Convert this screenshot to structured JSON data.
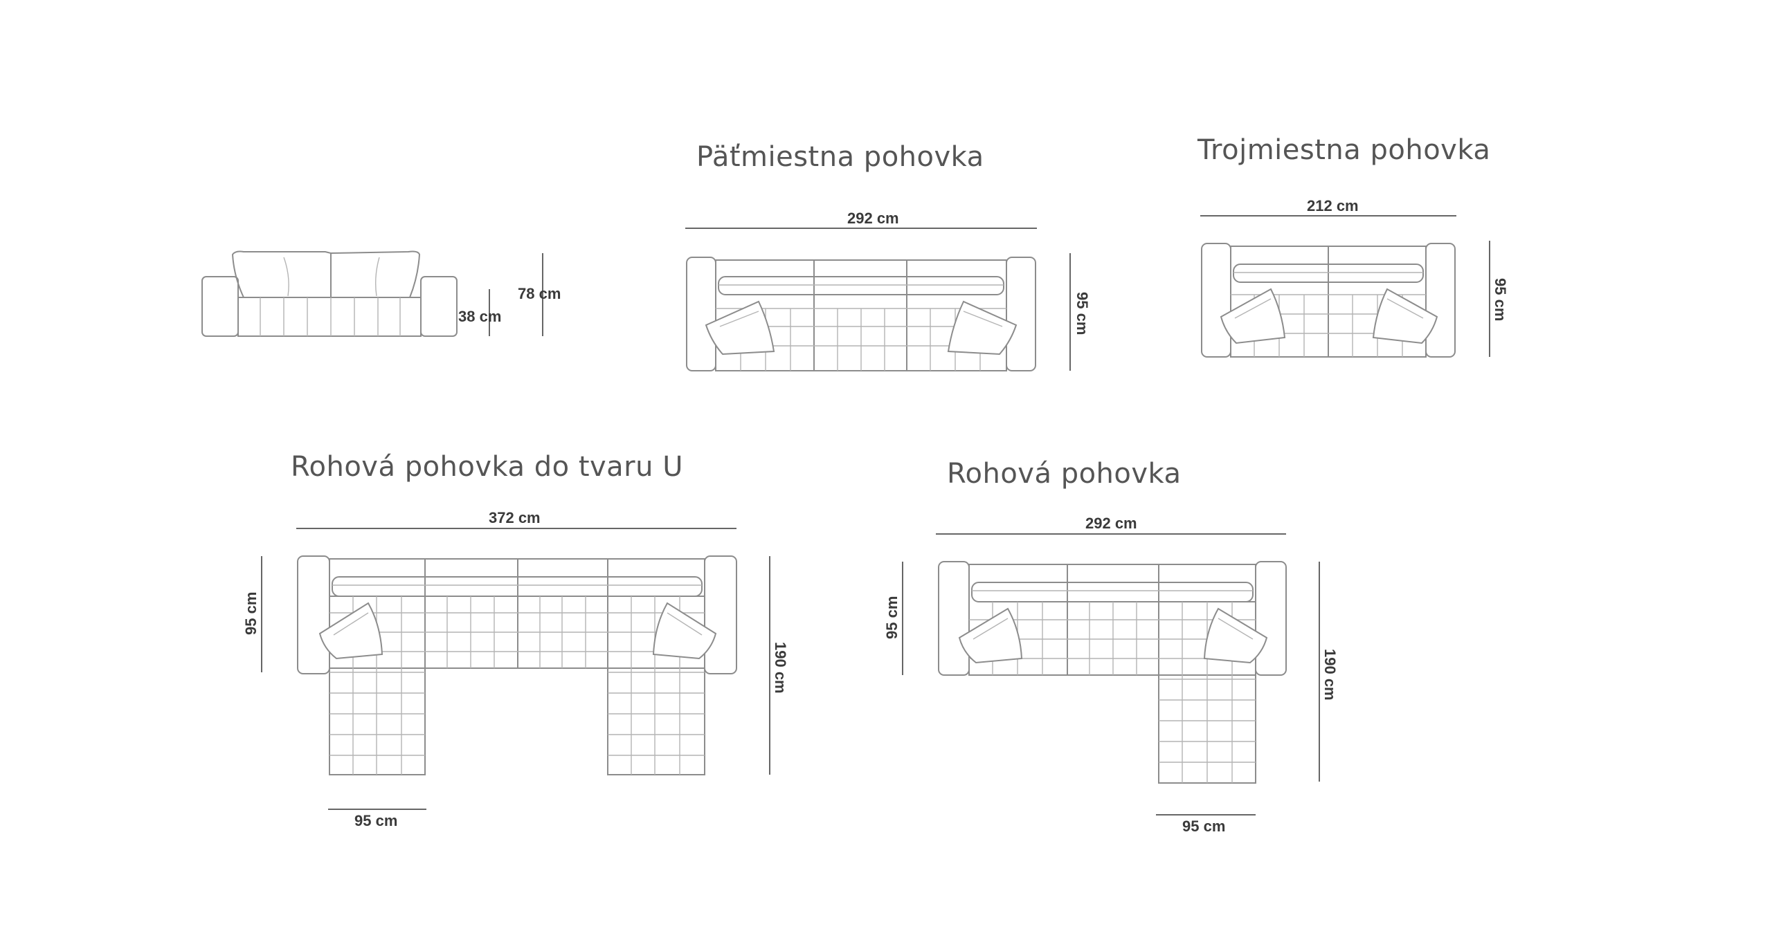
{
  "titles": {
    "five_seat": "Päťmiestna pohovka",
    "three_seat": "Trojmiestna pohovka",
    "u_corner": "Rohová pohovka do tvaru U",
    "corner": "Rohová pohovka"
  },
  "dimensions": {
    "side_height": "78 cm",
    "side_seat_height": "38 cm",
    "five_seat_width": "292 cm",
    "five_seat_depth": "95 cm",
    "three_seat_width": "212 cm",
    "three_seat_depth": "95 cm",
    "u_width": "372 cm",
    "u_depth": "95 cm",
    "u_length": "190 cm",
    "u_chaise_width": "95 cm",
    "corner_width": "292 cm",
    "corner_depth": "95 cm",
    "corner_length": "190 cm",
    "corner_chaise_width": "95 cm"
  },
  "colors": {
    "line": "#8c8c8c",
    "text": "#555555",
    "dim_text": "#3a3a3a"
  }
}
